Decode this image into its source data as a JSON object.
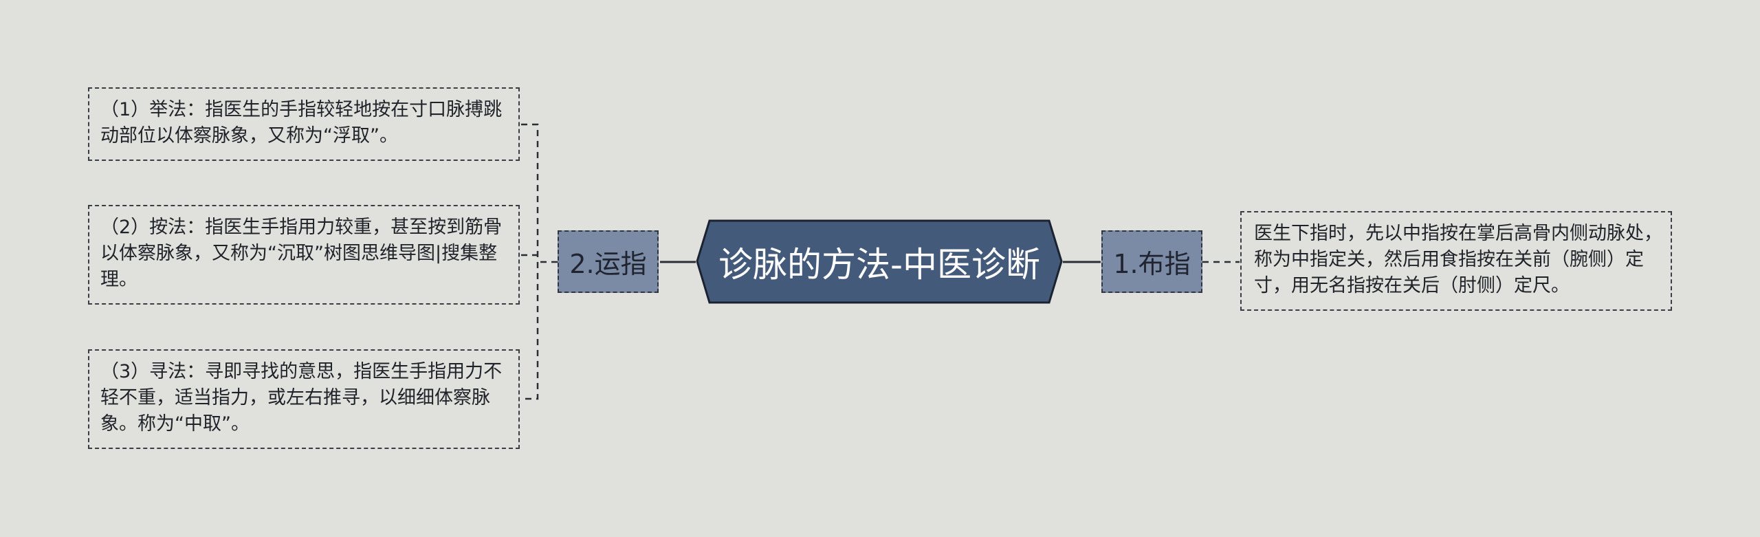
{
  "central": {
    "title": "诊脉的方法-中医诊断"
  },
  "branches": {
    "left": {
      "label": "2.运指"
    },
    "right": {
      "label": "1.布指"
    }
  },
  "leaves": {
    "lift": {
      "text": "（1）举法：指医生的手指较轻地按在寸口脉搏跳动部位以体察脉象，又称为“浮取”。"
    },
    "press": {
      "text": "（2）按法：指医生手指用力较重，甚至按到筋骨以体察脉象，又称为“沉取”树图思维导图|搜集整理。"
    },
    "seek": {
      "text": "（3）寻法：寻即寻找的意思，指医生手指用力不轻不重，适当指力，或左右推寻，以细细体察脉象。称为“中取”。"
    },
    "place": {
      "text": "医生下指时，先以中指按在掌后高骨内侧动脉处，称为中指定关，然后用食指按在关前（腕侧）定寸，用无名指按在关后（肘侧）定尺。"
    }
  },
  "colors": {
    "background": "#e0e1dd",
    "central_fill": "#445a7b",
    "central_border": "#1b2230",
    "branch_fill": "#7b8aa5",
    "line": "#2a2d33"
  }
}
